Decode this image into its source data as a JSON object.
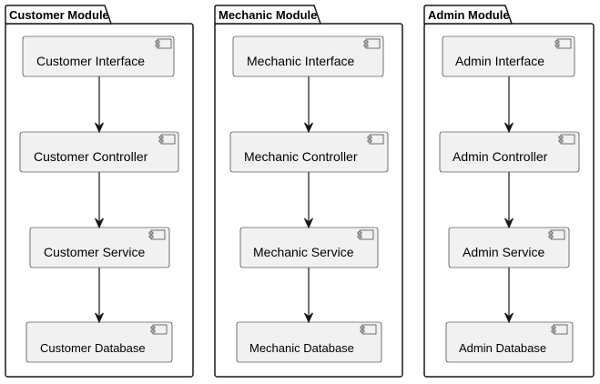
{
  "packages": [
    {
      "title": "Customer Module",
      "components": [
        "Customer Interface",
        "Customer Controller",
        "Customer Service",
        "Customer Database"
      ]
    },
    {
      "title": "Mechanic Module",
      "components": [
        "Mechanic Interface",
        "Mechanic Controller",
        "Mechanic Service",
        "Mechanic Database"
      ]
    },
    {
      "title": "Admin Module",
      "components": [
        "Admin Interface",
        "Admin Controller",
        "Admin Service",
        "Admin Database"
      ]
    }
  ],
  "flows": [
    [
      "Customer Interface",
      "Customer Controller"
    ],
    [
      "Customer Controller",
      "Customer Service"
    ],
    [
      "Customer Service",
      "Customer Database"
    ],
    [
      "Mechanic Interface",
      "Mechanic Controller"
    ],
    [
      "Mechanic Controller",
      "Mechanic Service"
    ],
    [
      "Mechanic Service",
      "Mechanic Database"
    ],
    [
      "Admin Interface",
      "Admin Controller"
    ],
    [
      "Admin Controller",
      "Admin Service"
    ],
    [
      "Admin Service",
      "Admin Database"
    ]
  ],
  "icons": {
    "component": "component-icon"
  },
  "colors": {
    "component_fill": "#f1f1f1",
    "border": "#181818",
    "background": "#ffffff"
  }
}
